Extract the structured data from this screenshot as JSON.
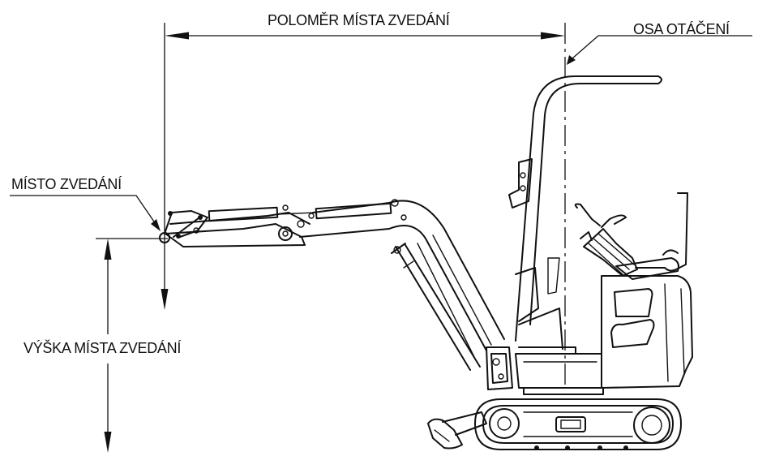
{
  "labels": {
    "lift_radius": "POLOMĚR MÍSTA ZVEDÁNÍ",
    "rotation_axis": "OSA OTÁČENÍ",
    "lift_point": "MÍSTO ZVEDÁNÍ",
    "lift_height": "VÝŠKA MÍSTA ZVEDÁNÍ"
  }
}
